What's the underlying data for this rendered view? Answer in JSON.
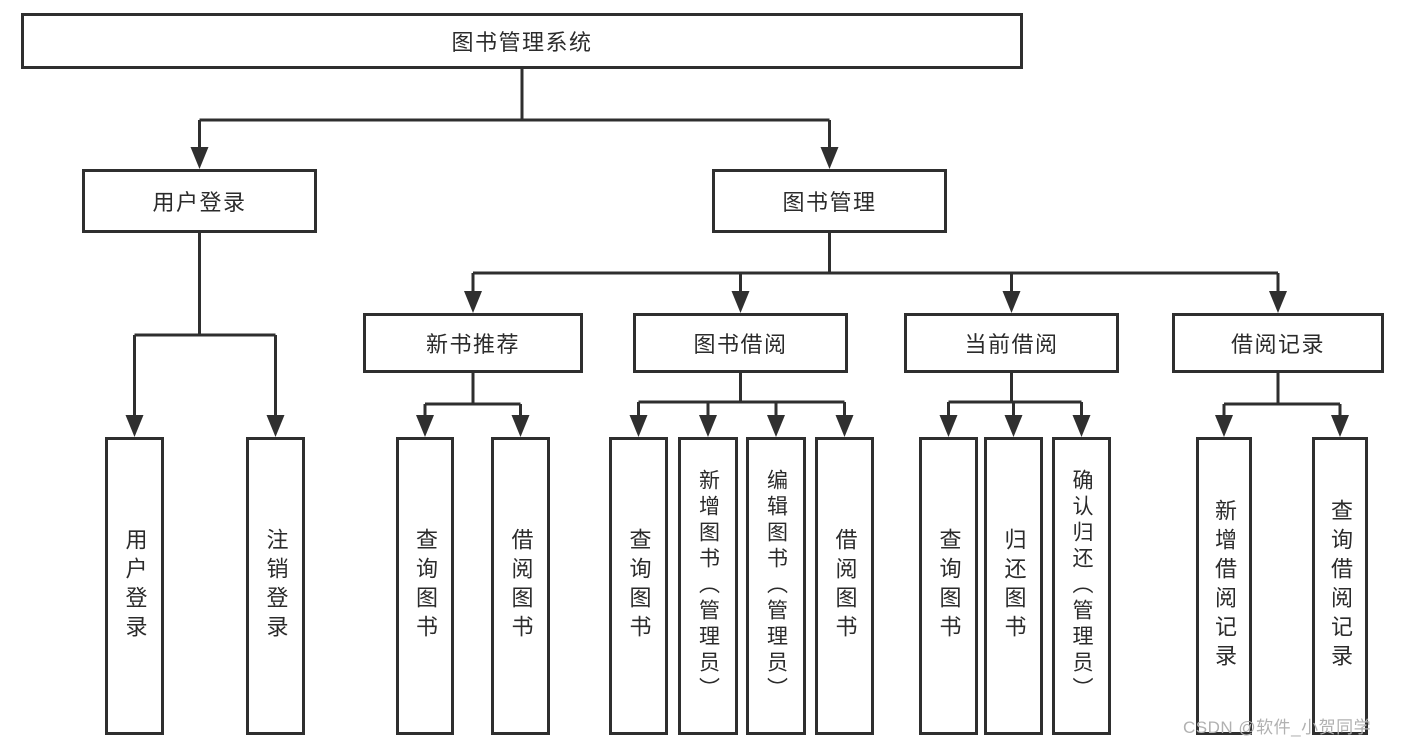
{
  "diagram": {
    "title": "图书管理系统",
    "root": {
      "label": "图书管理系统",
      "children": [
        {
          "label": "用户登录",
          "children": [
            {
              "label": "用户登录"
            },
            {
              "label": "注销登录"
            }
          ]
        },
        {
          "label": "图书管理",
          "children": [
            {
              "label": "新书推荐",
              "children": [
                {
                  "label": "查询图书"
                },
                {
                  "label": "借阅图书"
                }
              ]
            },
            {
              "label": "图书借阅",
              "children": [
                {
                  "label": "查询图书"
                },
                {
                  "label": "新增图书（管理员）"
                },
                {
                  "label": "编辑图书（管理员）"
                },
                {
                  "label": "借阅图书"
                }
              ]
            },
            {
              "label": "当前借阅",
              "children": [
                {
                  "label": "查询图书"
                },
                {
                  "label": "归还图书"
                },
                {
                  "label": "确认归还（管理员）"
                }
              ]
            },
            {
              "label": "借阅记录",
              "children": [
                {
                  "label": "新增借阅记录"
                },
                {
                  "label": "查询借阅记录"
                }
              ]
            }
          ]
        }
      ]
    }
  },
  "watermark": {
    "text": "CSDN @软件_小贺同学"
  },
  "colors": {
    "line": "#2f2f2f",
    "text": "#2b2b2b",
    "box_background": "#ffffff",
    "page_background": "#ffffff",
    "watermark": "#b1b1b1"
  }
}
